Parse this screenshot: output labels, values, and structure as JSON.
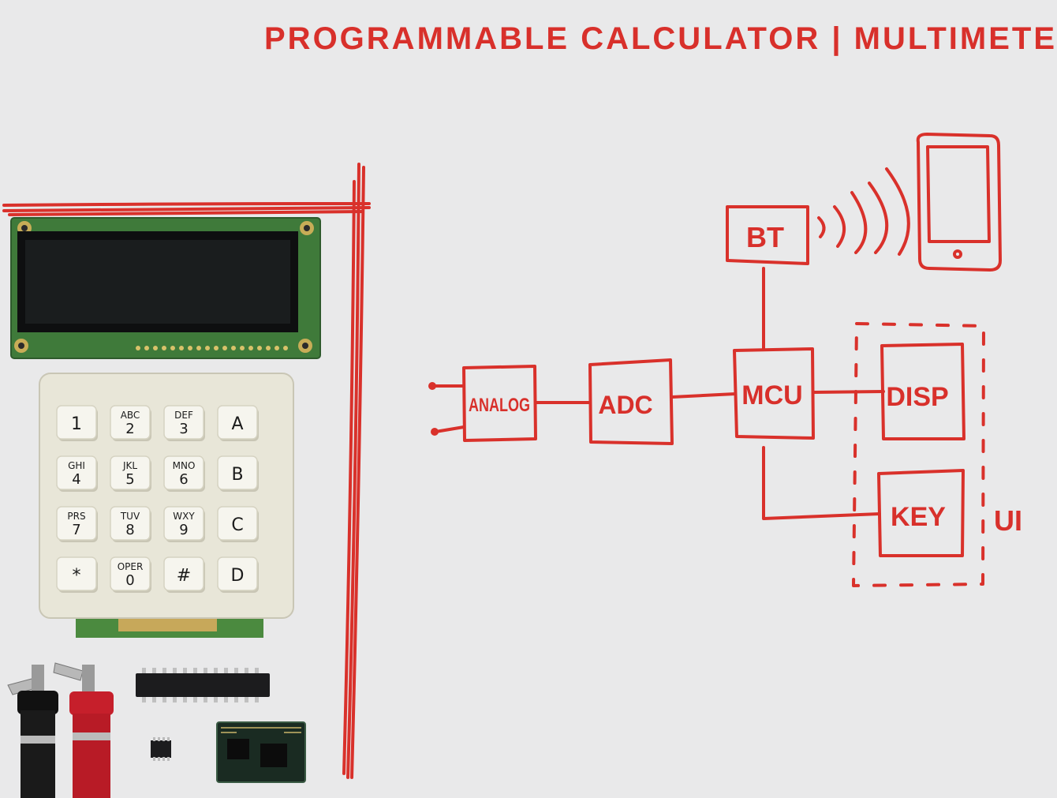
{
  "title": "PROGRAMMABLE CALCULATOR | MULTIMETER",
  "blocks": {
    "analog": "ANALOG",
    "adc": "ADC",
    "mcu": "MCU",
    "bt": "BT",
    "disp": "DISP",
    "key": "KEY",
    "ui_group": "UI"
  },
  "keypad": {
    "keys": [
      {
        "sub": "",
        "main": "1"
      },
      {
        "sub": "ABC",
        "main": "2"
      },
      {
        "sub": "DEF",
        "main": "3"
      },
      {
        "sub": "",
        "main": "A"
      },
      {
        "sub": "GHI",
        "main": "4"
      },
      {
        "sub": "JKL",
        "main": "5"
      },
      {
        "sub": "MNO",
        "main": "6"
      },
      {
        "sub": "",
        "main": "B"
      },
      {
        "sub": "PRS",
        "main": "7"
      },
      {
        "sub": "TUV",
        "main": "8"
      },
      {
        "sub": "WXY",
        "main": "9"
      },
      {
        "sub": "",
        "main": "C"
      },
      {
        "sub": "",
        "main": "*"
      },
      {
        "sub": "OPER",
        "main": "0"
      },
      {
        "sub": "",
        "main": "#"
      },
      {
        "sub": "",
        "main": "D"
      }
    ]
  },
  "colors": {
    "paper": "#e9e9ea",
    "ink": "#d9312b",
    "pcb_green": "#3f7a3a",
    "lcd": "#141718",
    "keypad_body": "#e8e6d8",
    "keycap": "#f6f5ee",
    "chip": "#1c1c1e",
    "terminal_black": "#111111",
    "terminal_red": "#c61f2b"
  }
}
